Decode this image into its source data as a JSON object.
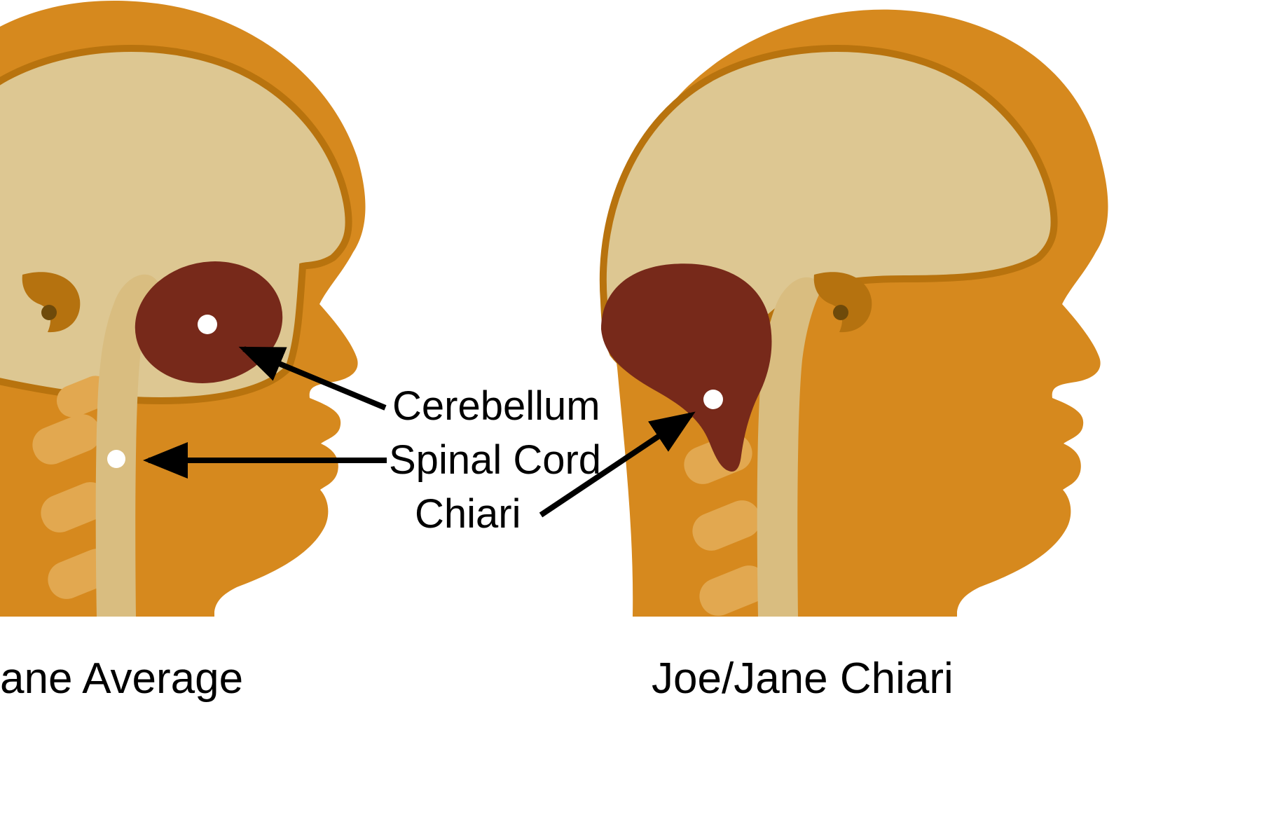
{
  "diagram": {
    "type": "medical-illustration",
    "labels": {
      "cerebellum": "Cerebellum",
      "spinal_cord": "Spinal Cord",
      "chiari": "Chiari"
    },
    "captions": {
      "left_head": "ane Average",
      "right_head": "Joe/Jane Chiari"
    },
    "colors": {
      "background": "#ffffff",
      "skin": "#d6891e",
      "skull-outline": "#b8730e",
      "brain": "#ddc792",
      "cerebellum": "#77291a",
      "spinal-cord": "#d9bd80",
      "vertebrae": "#e2a850",
      "ear": "#b5720f",
      "ear-dot": "#6e4a0a",
      "marker-dot": "#ffffff",
      "arrow": "#000000",
      "text": "#000000"
    }
  }
}
